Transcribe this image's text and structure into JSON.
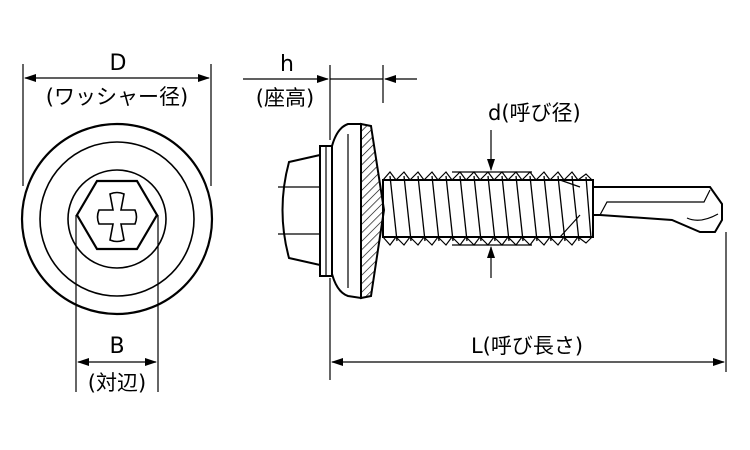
{
  "labels": {
    "washer_dia_symbol": "D",
    "washer_dia_name": "(ワッシャー径)",
    "across_flats_symbol": "B",
    "across_flats_name": "(対辺)",
    "seat_height_symbol": "h",
    "seat_height_name": "(座高)",
    "nominal_dia": "d(呼び径)",
    "nominal_length": "L(呼び長さ)"
  },
  "colors": {
    "line": "#000000",
    "background": "#ffffff"
  }
}
